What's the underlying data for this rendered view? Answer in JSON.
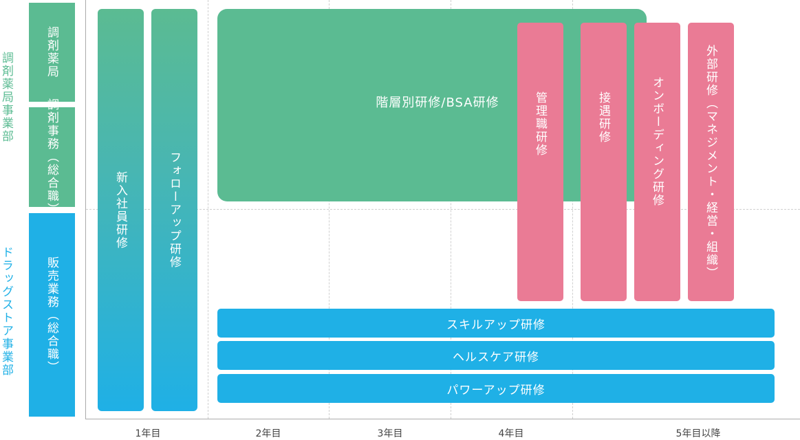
{
  "business_units": [
    {
      "label": "調剤薬局事業部"
    },
    {
      "label": "ドラッグストア事業部"
    }
  ],
  "roles": [
    {
      "label": "調剤薬局"
    },
    {
      "label": "調剤事務（総合職）"
    },
    {
      "label": "販売業務（総合職）"
    }
  ],
  "axis_labels": [
    "1年目",
    "2年目",
    "3年目",
    "4年目",
    "5年目以降"
  ],
  "trainings": {
    "new_employee": "新入社員研修",
    "follow_up": "フォローアップ研修",
    "hierarchical": "階層別研修/BSA研修",
    "management": "管理職研修",
    "hospitality": "接遇研修",
    "onboarding": "オンボーディング研修",
    "external": "外部研修（マネジメント・経営・組織）",
    "skill_up": "スキルアップ研修",
    "health_care": "ヘルスケア研修",
    "power_up": "パワーアップ研修"
  },
  "colors": {
    "green": "#5bbb92",
    "blue": "#1fb0e6",
    "pink": "#ea7b95",
    "axis": "#aaaaaa"
  }
}
